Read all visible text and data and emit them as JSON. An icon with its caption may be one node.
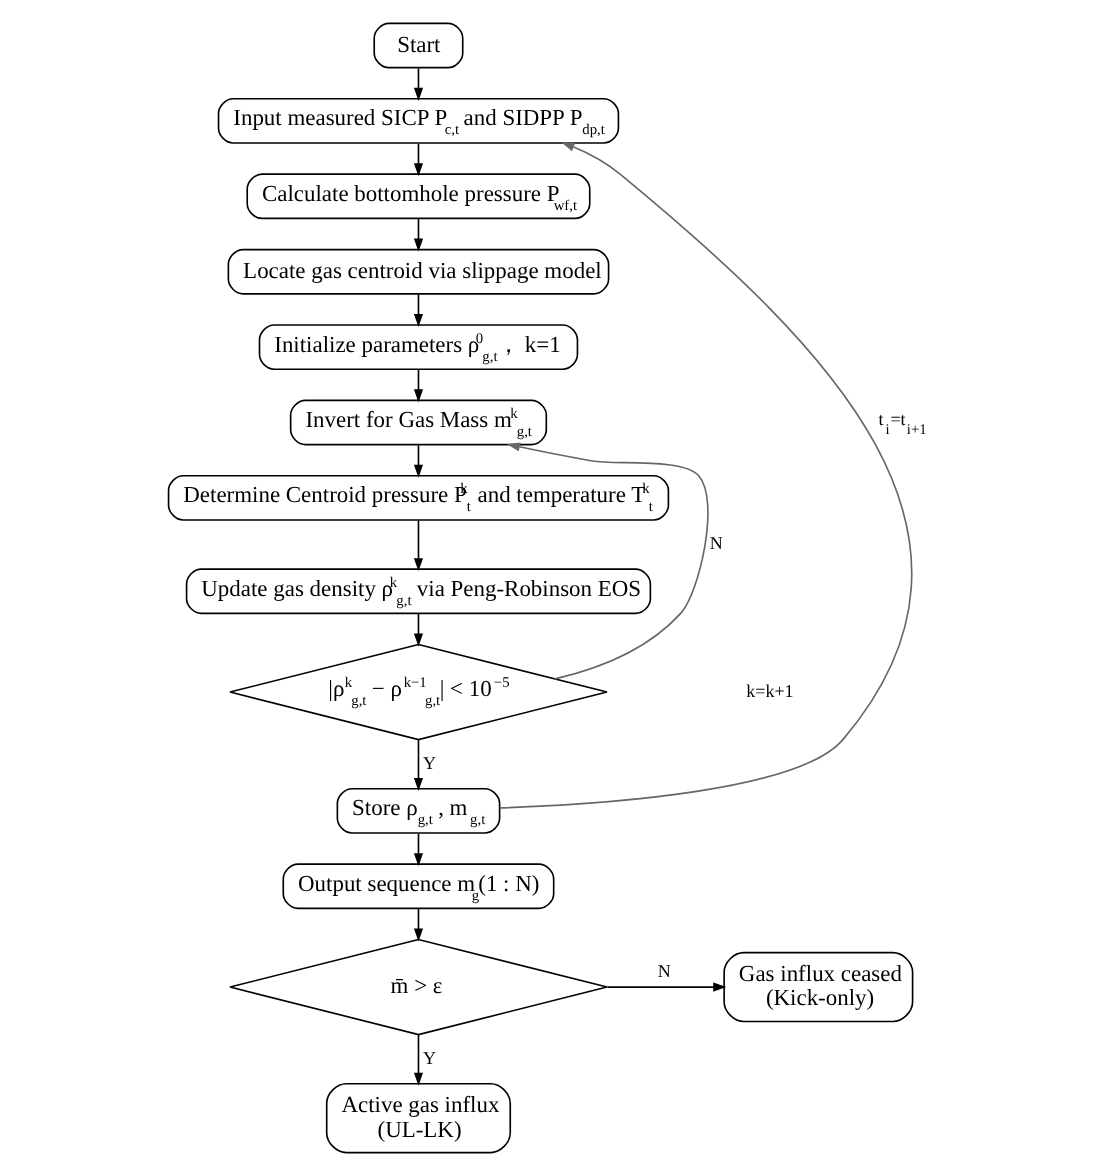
{
  "diagram": {
    "nodes": [
      {
        "text": [
          "Start"
        ]
      },
      {
        "text": [
          "Input measured SICP P$_{c,t}$ and SIDPP P$_{dp,t}$"
        ]
      },
      {
        "text": [
          "Calculate bottomhole pressure P$_{wf,t}$"
        ]
      },
      {
        "text": [
          "Locate gas centroid via slippage model"
        ]
      },
      {
        "text": [
          "Initialize parameters ρ$^{0}$$_{g,t}$， k=1"
        ]
      },
      {
        "text": [
          "Invert for Gas Mass m$^{k}$$_{g,t}$"
        ]
      },
      {
        "text": [
          "Determine Centroid pressure P$^{k}$$_{t}$ and temperature T$^{k}$$_{t}$"
        ]
      },
      {
        "text": [
          "Update gas density ρ$^{k}$$_{g,t}$ via Peng-Robinson EOS"
        ]
      },
      {
        "text": [
          "|ρ$^{k}$$_{g,t}$ − ρ$^{k−1}$$_{g,t}$| < 10$^{−5}$"
        ]
      },
      {
        "text": [
          "Store ρ$_{g,t}$ , m$_{g,t}$"
        ]
      },
      {
        "text": [
          "Output sequence m$_{g}$(1 : N)"
        ]
      },
      {
        "text": [
          "m̄ > ε"
        ]
      },
      {
        "text": [
          "Gas influx ceased (Kick-only)"
        ]
      },
      {
        "text": [
          "Active gas influx (UL-LK)"
        ]
      }
    ],
    "edges": [
      {
        "from": 0,
        "to": 1,
        "arrow": "to"
      },
      {
        "from": 1,
        "to": 2,
        "arrow": "to"
      },
      {
        "from": 2,
        "to": 3,
        "arrow": "to"
      },
      {
        "from": 3,
        "to": 4,
        "arrow": "to"
      },
      {
        "from": 4,
        "to": 5,
        "arrow": "to"
      },
      {
        "from": 5,
        "to": 6,
        "arrow": "to"
      },
      {
        "from": 6,
        "to": 7,
        "arrow": "to"
      },
      {
        "from": 7,
        "to": 8,
        "arrow": "to"
      },
      {
        "from": 8,
        "to": 5,
        "arrow": "to",
        "label": "N",
        "color": "#666666"
      },
      {
        "from": 8,
        "to": 9,
        "arrow": "to",
        "label": "Y"
      },
      {
        "from": 9,
        "to": 1,
        "arrow": "to",
        "label": "t$_{i}$=t$_{i+1}$",
        "color": "#666666"
      },
      {
        "from": 9,
        "to": 10,
        "arrow": "to"
      },
      {
        "from": 10,
        "to": 11,
        "arrow": "to"
      },
      {
        "from": 11,
        "to": 12,
        "arrow": "to",
        "label": "N"
      },
      {
        "from": 11,
        "to": 13,
        "arrow": "to",
        "label": "Y"
      }
    ],
    "labels": [
      "k=k+1"
    ]
  }
}
